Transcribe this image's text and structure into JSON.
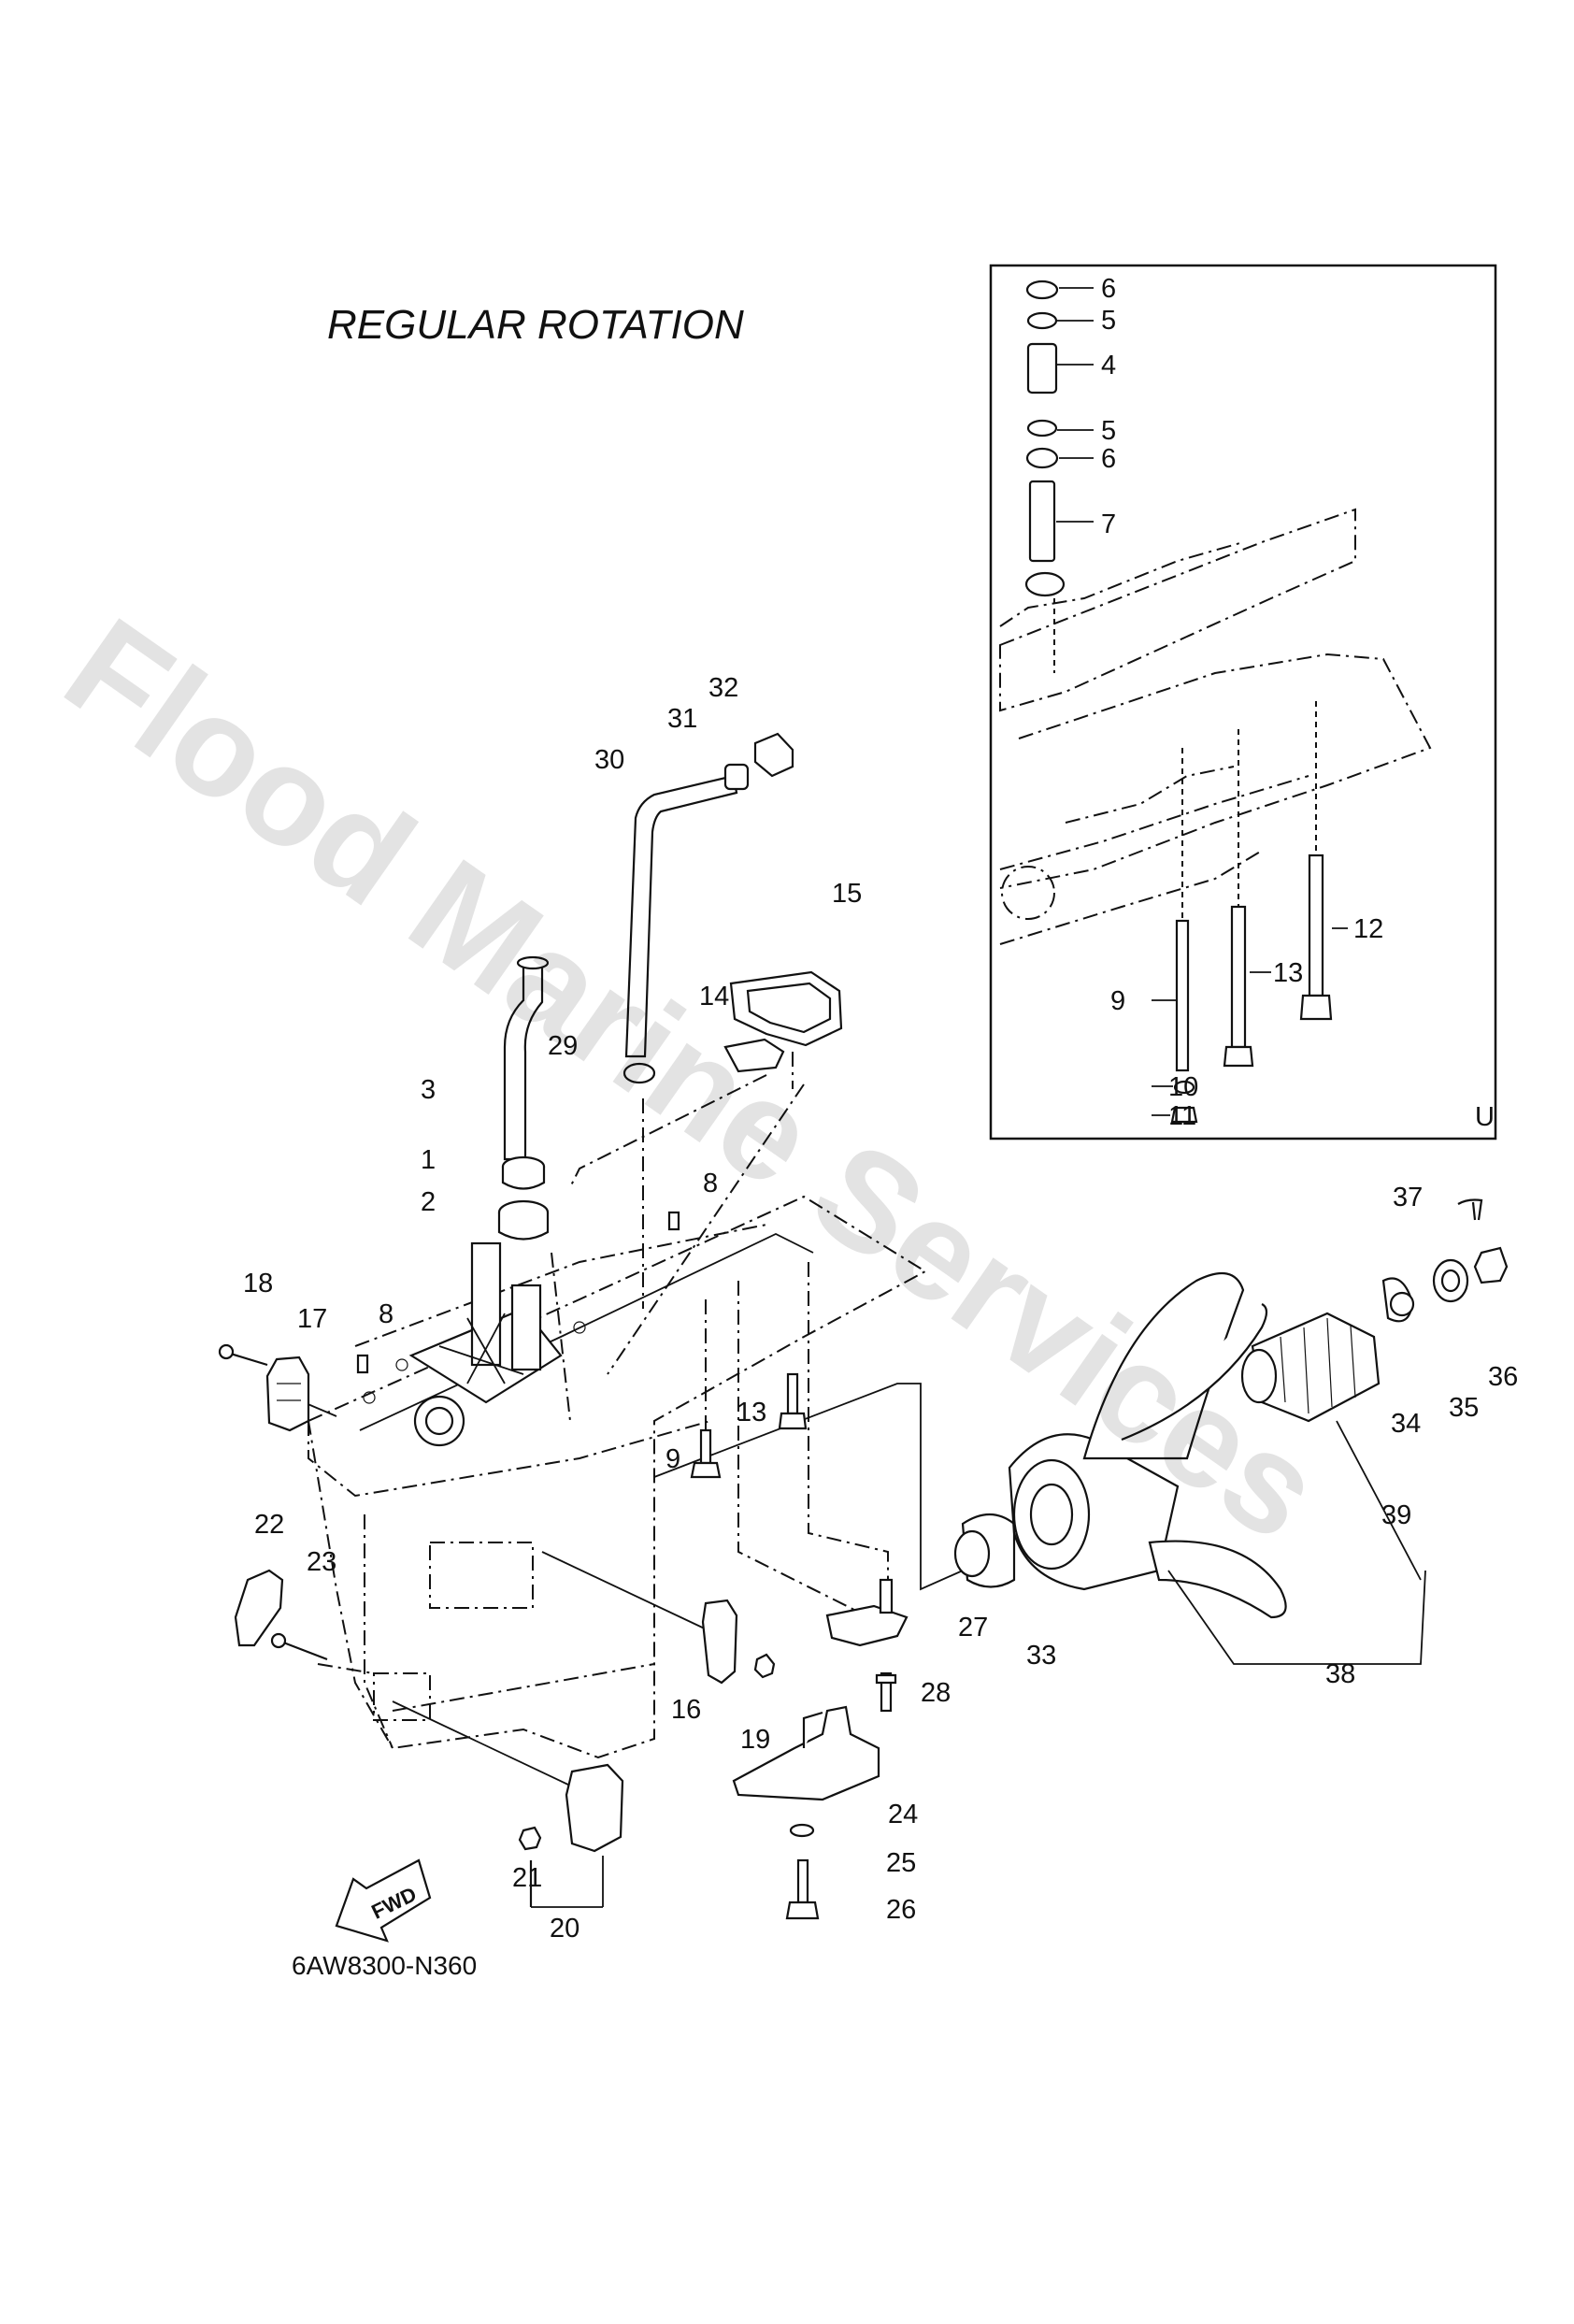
{
  "title": "REGULAR ROTATION",
  "diagram_code": "6AW8300-N360",
  "inset_code": "U",
  "fwd_label": "FWD",
  "watermark": "Flood Marine Services",
  "callouts": [
    "1",
    "2",
    "3",
    "6",
    "5",
    "4",
    "5",
    "6",
    "7",
    "8",
    "8",
    "9",
    "9",
    "10",
    "11",
    "12",
    "13",
    "13",
    "14",
    "15",
    "16",
    "17",
    "18",
    "19",
    "20",
    "21",
    "22",
    "23",
    "24",
    "25",
    "26",
    "27",
    "28",
    "29",
    "30",
    "31",
    "32",
    "33",
    "34",
    "35",
    "36",
    "37",
    "38",
    "39"
  ]
}
